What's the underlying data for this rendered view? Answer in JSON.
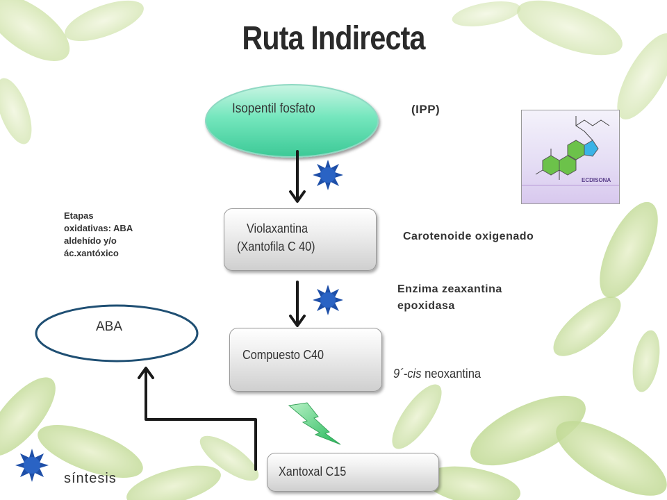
{
  "slide": {
    "title": "Ruta Indirecta",
    "nodes": {
      "ipp_oval": "Isopentil fosfato",
      "violaxantina_line1": "Violaxantina",
      "violaxantina_line2": "(Xantofila C 40)",
      "compuesto": "Compuesto C40",
      "xantoxal": "Xantoxal C15",
      "aba": "ABA"
    },
    "notes": {
      "ipp": "(IPP)",
      "carotenoide": "Carotenoide oxigenado",
      "enzima_line1": "Enzima zeaxantina",
      "enzima_line2": "epoxidasa",
      "neoxantina_prefix": "9´-",
      "neoxantina_cis": "cis",
      "neoxantina_suffix": " neoxantina",
      "etapas": [
        "Etapas",
        "oxidativas: ABA",
        "aldehído y/o",
        "ác.xantóxico"
      ],
      "legend": "síntesis"
    },
    "molecule_label": "ECDISONA",
    "icons": {
      "synthesis": "blue-star-icon",
      "lightning": "green-lightning-icon",
      "molecule": "ecdisona-molecule-image"
    },
    "colors": {
      "oval_fill": "#5ee0b0",
      "star": "#1e4fa8",
      "lightning": "#3ecf6a",
      "arrow": "#1a1a1a"
    }
  }
}
